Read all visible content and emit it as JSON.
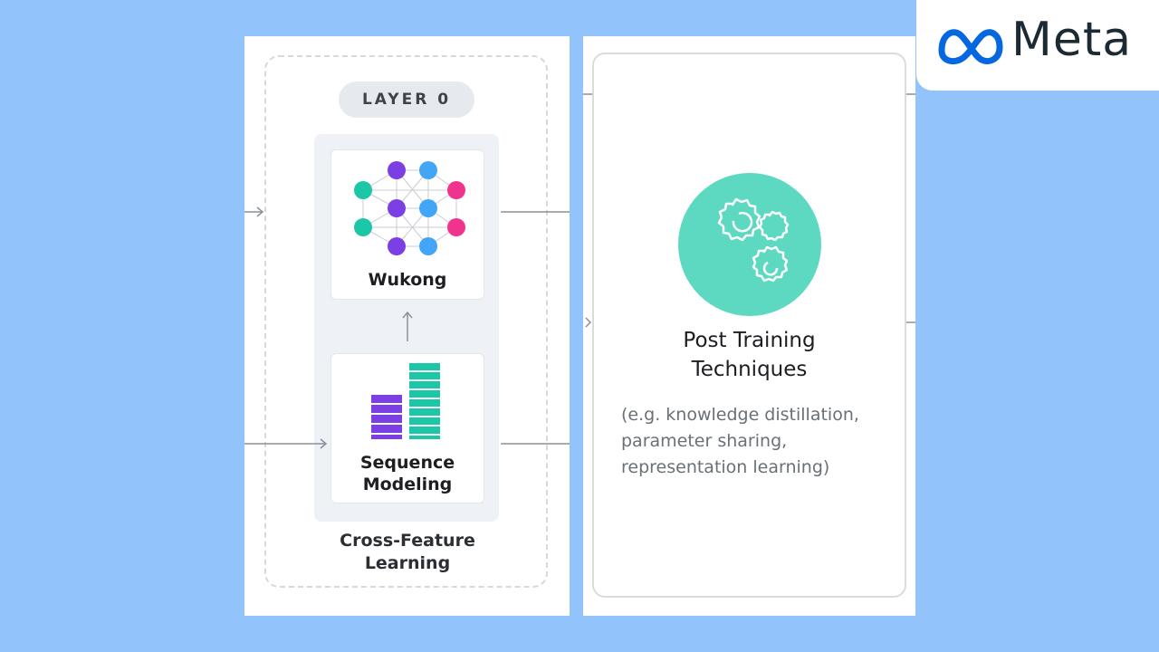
{
  "layer_label": "LAYER 0",
  "wukong": {
    "label": "Wukong",
    "nodes": [
      {
        "name": "purple",
        "color": "#7b3fe4"
      },
      {
        "name": "blue",
        "color": "#42a5f5"
      },
      {
        "name": "teal",
        "color": "#1cc7a8"
      },
      {
        "name": "pink",
        "color": "#f0338c"
      }
    ]
  },
  "sequence_modeling": {
    "label_line1": "Sequence",
    "label_line2": "Modeling",
    "colors": {
      "short_bar": "#7b3fe4",
      "tall_bar": "#1cc7a8"
    }
  },
  "cross_feature": {
    "line1": "Cross-Feature",
    "line2": "Learning"
  },
  "post_training": {
    "title_line1": "Post Training",
    "title_line2": "Techniques",
    "desc_line1": "(e.g. knowledge distillation,",
    "desc_line2": "parameter sharing,",
    "desc_line3": "representation learning)",
    "icon": "gears-icon",
    "icon_color": "#5dd9c1"
  },
  "logo": {
    "text": "Meta",
    "icon": "meta-infinity-icon",
    "color": "#0668e1"
  },
  "background_color": "#92c4fb"
}
